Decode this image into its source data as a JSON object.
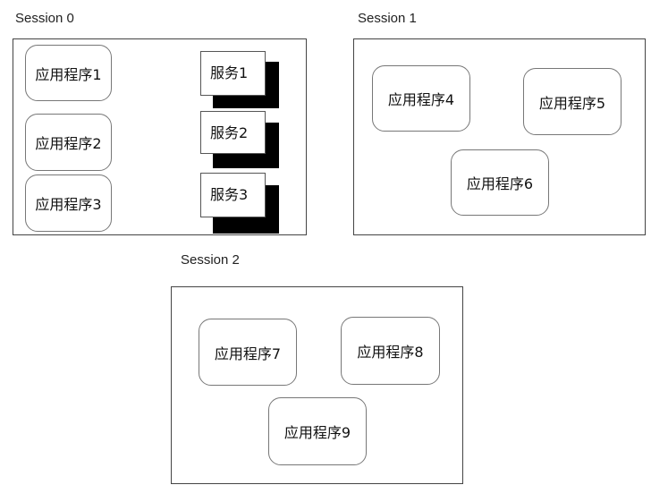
{
  "sessions": [
    {
      "label": "Session 0",
      "apps": [
        "应用程序1",
        "应用程序2",
        "应用程序3"
      ],
      "services": [
        "服务1",
        "服务2",
        "服务3"
      ]
    },
    {
      "label": "Session 1",
      "apps": [
        "应用程序4",
        "应用程序5",
        "应用程序6"
      ]
    },
    {
      "label": "Session 2",
      "apps": [
        "应用程序7",
        "应用程序8",
        "应用程序9"
      ]
    }
  ]
}
